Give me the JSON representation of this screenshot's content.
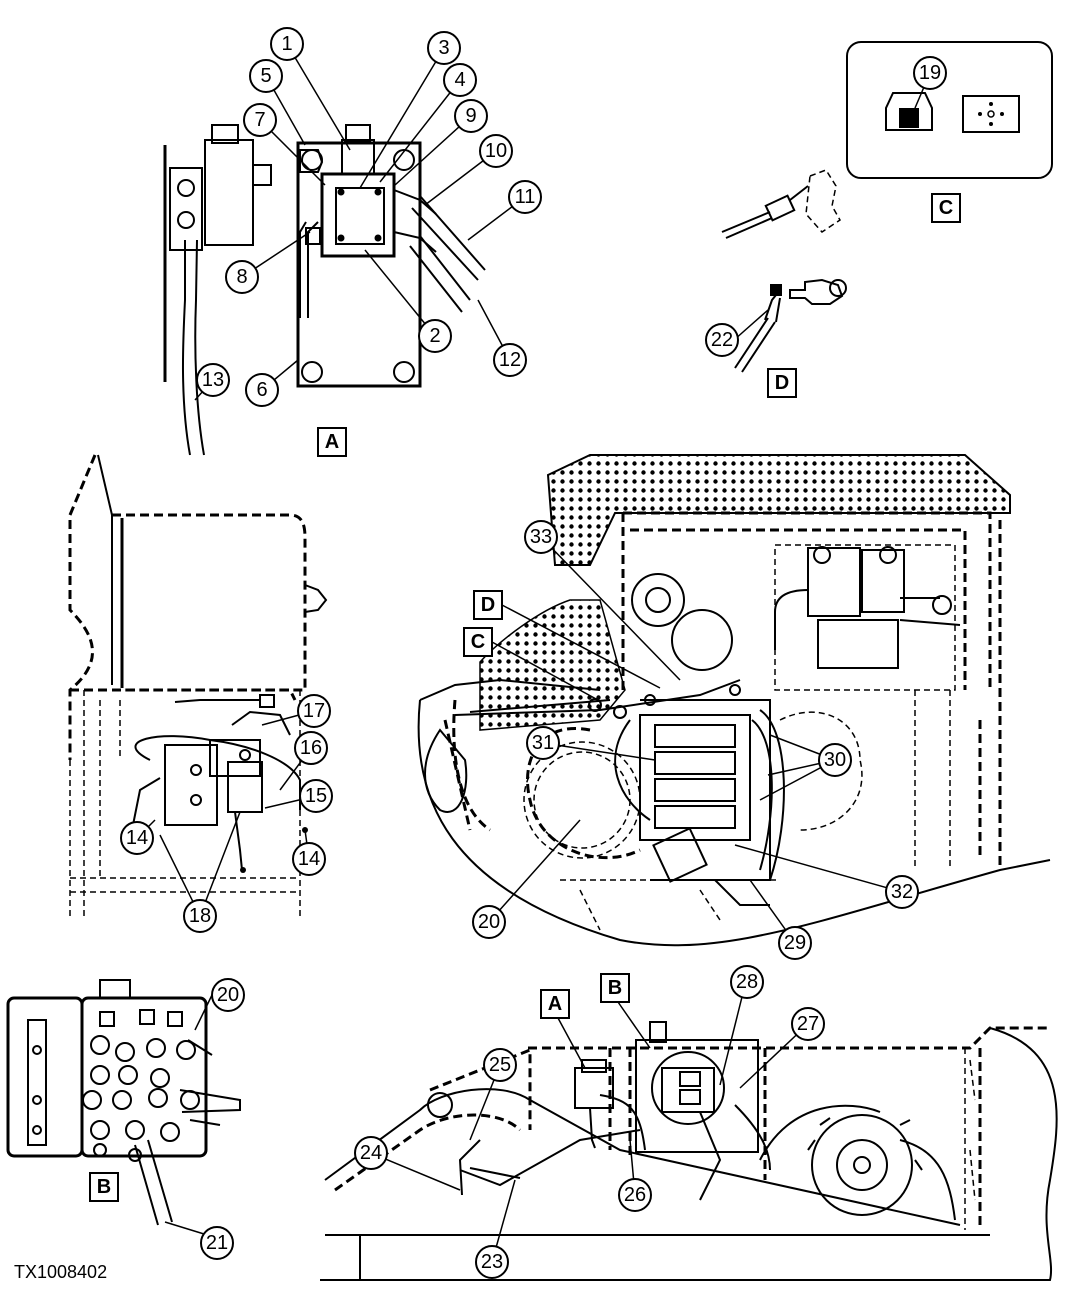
{
  "figure_id": "TX1008402",
  "view_labels": [
    "A",
    "B",
    "C",
    "D"
  ],
  "callouts": [
    "1",
    "2",
    "3",
    "4",
    "5",
    "6",
    "7",
    "8",
    "9",
    "10",
    "11",
    "12",
    "13",
    "14",
    "15",
    "16",
    "17",
    "18",
    "19",
    "20",
    "21",
    "22",
    "23",
    "24",
    "25",
    "26",
    "27",
    "28",
    "29",
    "30",
    "31",
    "32",
    "33"
  ],
  "callout_color": "#000000",
  "line_color": "#000000"
}
